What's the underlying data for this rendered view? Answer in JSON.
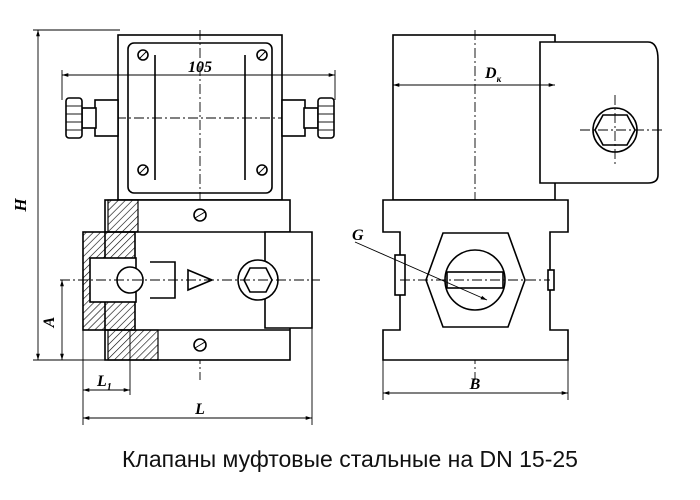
{
  "caption": "Клапаны муфтовые стальные на DN 15-25",
  "dimensions": {
    "width_label": "105",
    "height_label": "H",
    "coil_label": "D",
    "coil_sub": "к",
    "thread_label": "G",
    "axis_label": "A",
    "port_label": "L",
    "port_sub": "1",
    "length_label": "L",
    "base_label": "B"
  }
}
